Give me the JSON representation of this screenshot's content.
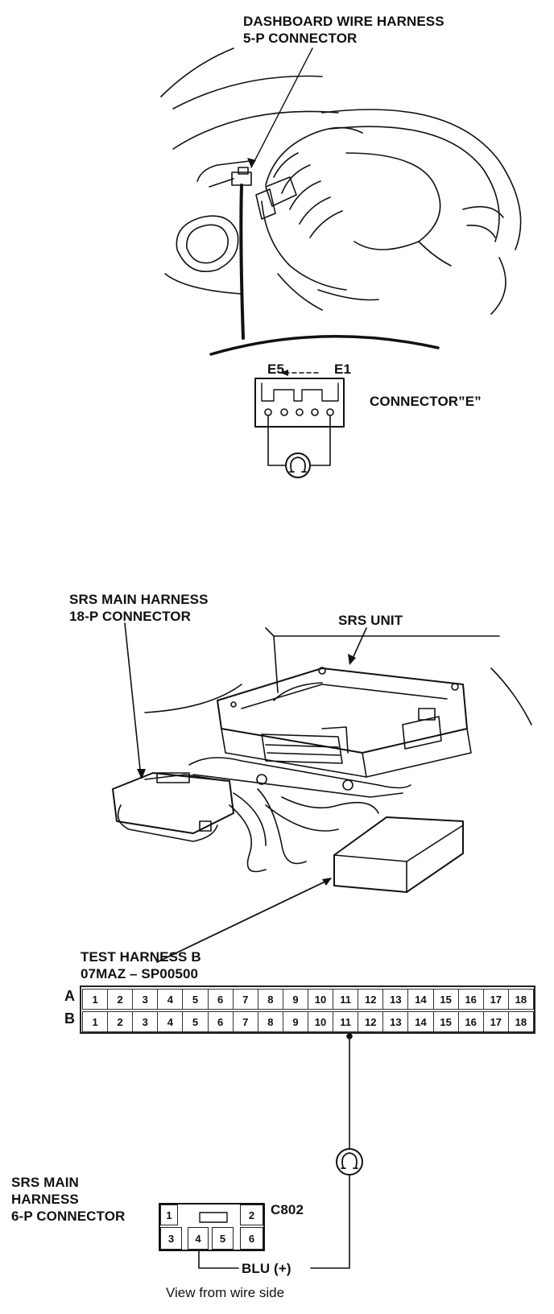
{
  "labels": {
    "dash_harness": [
      "DASHBOARD WIRE HARNESS",
      "5-P CONNECTOR"
    ],
    "pin_range": {
      "left": "E5",
      "right": "E1"
    },
    "connector_e": "CONNECTOR”E”",
    "srs_main_18p": [
      "SRS MAIN HARNESS",
      "18-P CONNECTOR"
    ],
    "srs_unit": "SRS UNIT",
    "test_harness": [
      "TEST HARNESS B",
      "07MAZ – SP00500"
    ],
    "srs_main_6p": [
      "SRS MAIN",
      "HARNESS",
      "6-P CONNECTOR"
    ],
    "c802": "C802",
    "blu": "BLU (+)",
    "view_note": "View from wire side"
  },
  "test_harness_grid": {
    "row_labels": [
      "A",
      "B"
    ],
    "pins": [
      "1",
      "2",
      "3",
      "4",
      "5",
      "6",
      "7",
      "8",
      "9",
      "10",
      "11",
      "12",
      "13",
      "14",
      "15",
      "16",
      "17",
      "18"
    ]
  },
  "connector_6p": {
    "pins": [
      "1",
      "2",
      "3",
      "4",
      "5",
      "6"
    ]
  },
  "icons": [
    "ohmmeter-icon"
  ]
}
